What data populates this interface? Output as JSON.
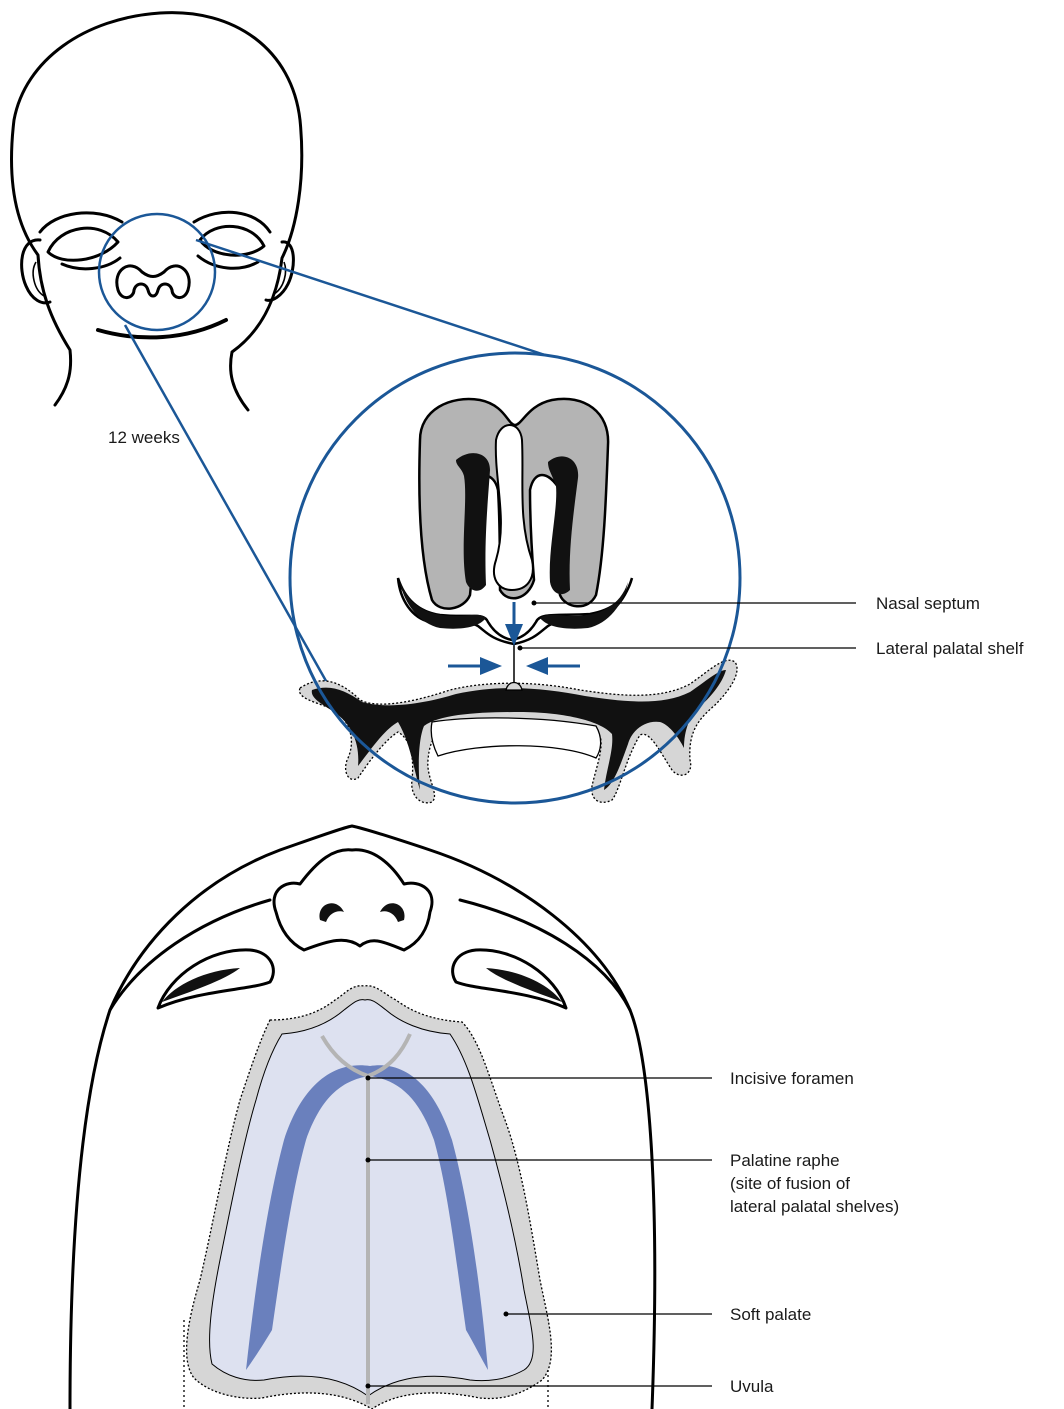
{
  "figure": {
    "age_caption": "12 weeks",
    "colors": {
      "accent_blue": "#1b5797",
      "palate_fill": "#dde1f0",
      "ridge_blue": "#6a80bd",
      "gray_tissue": "#b4b4b4",
      "margin_gray": "#d6d6d6"
    },
    "labels": {
      "nasal_septum": "Nasal septum",
      "lateral_palatal_shelf": "Lateral palatal shelf",
      "incisive_foramen": "Incisive foramen",
      "palatine_raphe_line1": "Palatine raphe",
      "palatine_raphe_line2": "(site of fusion of",
      "palatine_raphe_line3": "lateral palatal shelves)",
      "soft_palate": "Soft palate",
      "uvula": "Uvula"
    }
  }
}
